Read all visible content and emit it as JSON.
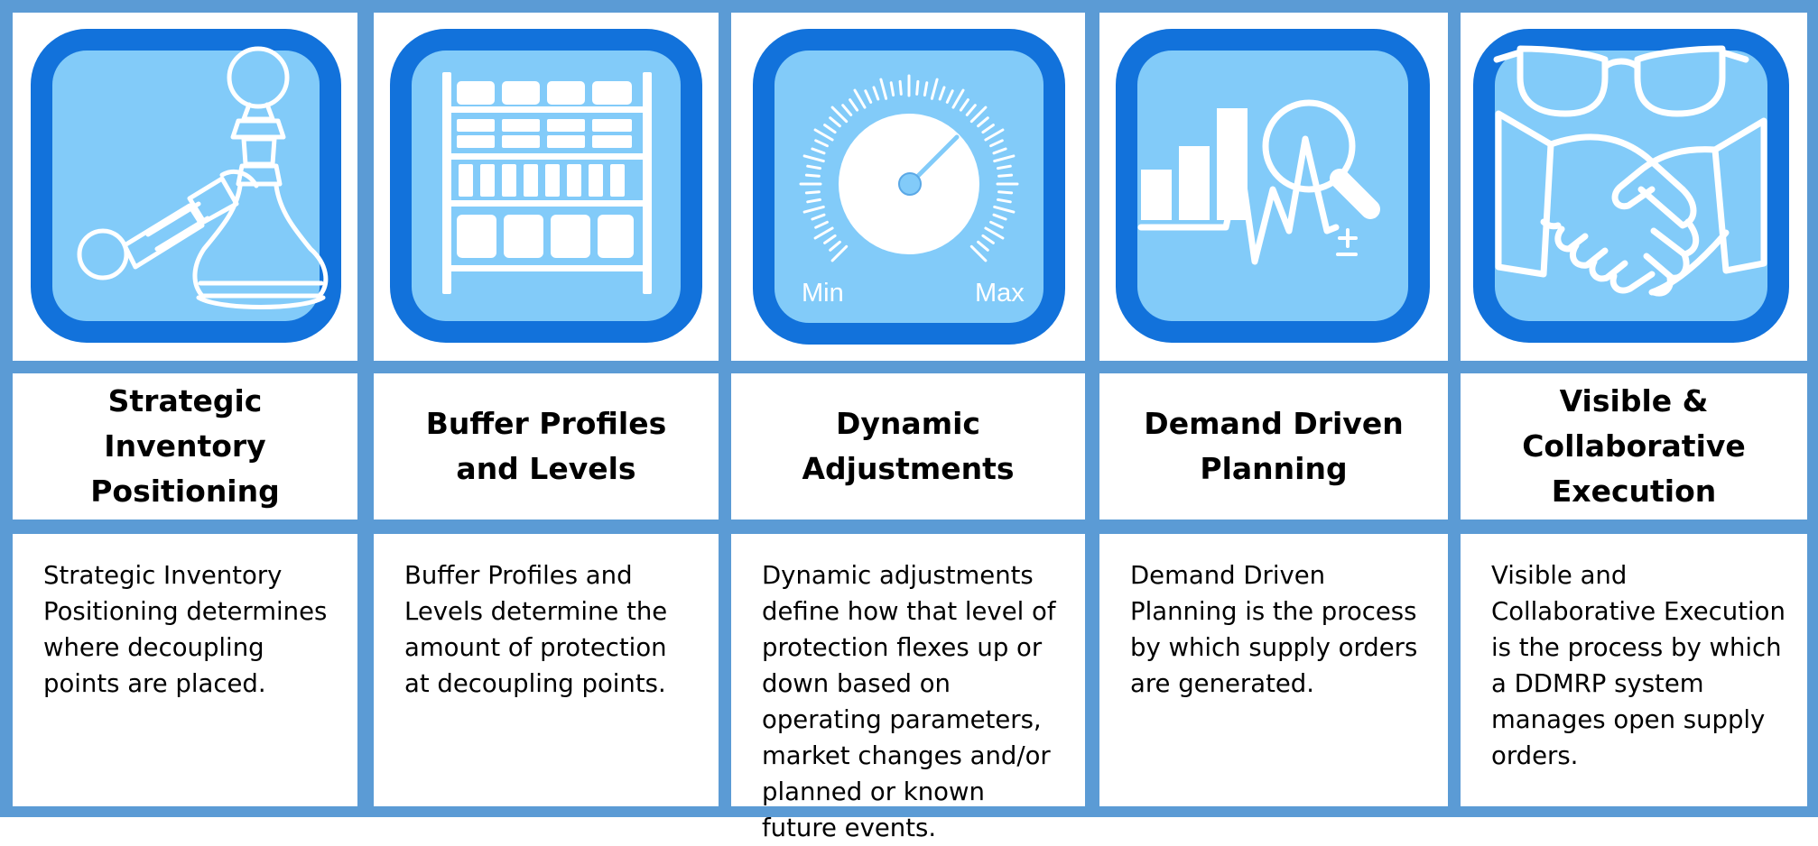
{
  "colors": {
    "grid": "#5b9bd5",
    "icon_dark": "#1272db",
    "icon_light": "#82cbf9",
    "text": "#000000"
  },
  "pillars": [
    {
      "icon": "chess-pieces-icon",
      "title": "Strategic Inventory Positioning",
      "description": "Strategic Inventory Positioning determines where decoupling points are placed."
    },
    {
      "icon": "storage-shelf-icon",
      "title": "Buffer Profiles and Levels",
      "description": "Buffer Profiles and Levels determine the amount of protection at decoupling points."
    },
    {
      "icon": "gauge-icon",
      "title": "Dynamic Adjustments",
      "description": "Dynamic adjustments define how that level of protection flexes up or down based on operating parameters, market changes and/or planned or known future events.",
      "gauge_min": "Min",
      "gauge_max": "Max"
    },
    {
      "icon": "chart-magnifier-icon",
      "title": "Demand Driven Planning",
      "description": "Demand Driven Planning is the process by which supply orders are generated."
    },
    {
      "icon": "handshake-glasses-icon",
      "title": "Visible & Collaborative Execution",
      "description": "Visible and Collaborative Execution is the process by which a DDMRP system manages open supply orders."
    }
  ]
}
